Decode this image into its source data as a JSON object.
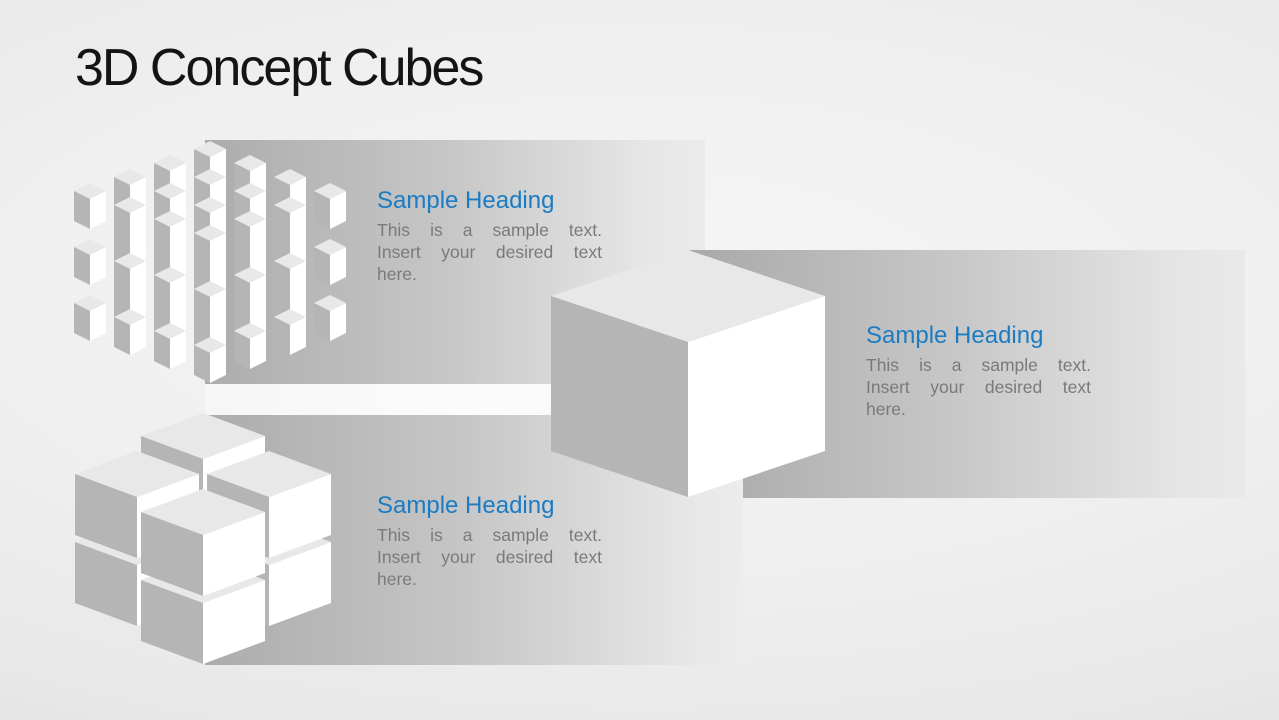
{
  "slide": {
    "title": "3D Concept Cubes"
  },
  "colors": {
    "accent_blue": "#1b7cc3",
    "body_gray": "#7a7a7a",
    "title_black": "#141414",
    "banner_dark": "#acacac",
    "banner_light": "#e9e9e9",
    "cube_top": "#e8e8e8",
    "cube_left": "#b5b5b5",
    "cube_right": "#ffffff"
  },
  "blocks": [
    {
      "heading": "Sample Heading",
      "body_lines": [
        "This is a sample text.",
        "Insert your desired text",
        "here."
      ]
    },
    {
      "heading": "Sample Heading",
      "body_lines": [
        "This is a sample text.",
        "Insert your desired text",
        "here."
      ]
    },
    {
      "heading": "Sample Heading",
      "body_lines": [
        "This is a sample text.",
        "Insert your desired text",
        "here."
      ]
    }
  ],
  "figures": [
    {
      "name": "small-cube-lattice",
      "grid": "4x4x3"
    },
    {
      "name": "large-cube",
      "grid": "1x1x1"
    },
    {
      "name": "segmented-cube",
      "grid": "2x2x2"
    }
  ]
}
